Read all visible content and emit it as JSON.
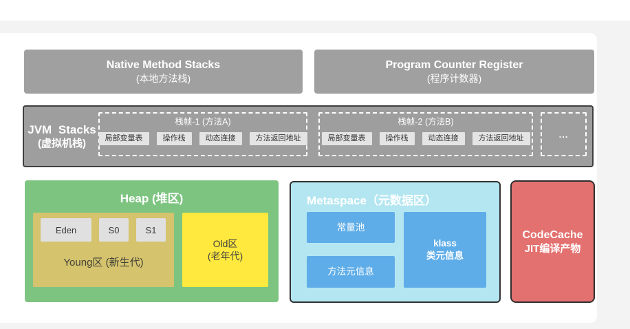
{
  "colors": {
    "page_bg": "#f3f3f3",
    "card_bg": "#ffffff",
    "runtime_gray": "#a0a0a0",
    "jvm_border_dark": "#3f3f3f",
    "slot_gray": "#e4e4e4",
    "heap_green": "#7ec481",
    "young_tan": "#d5c36e",
    "old_yellow": "#ffe93e",
    "gen_cell_gray": "#e0e0e0",
    "metaspace_cyan": "#b4e6f1",
    "metaspace_blue": "#5fade8",
    "codecache_red": "#e3716f"
  },
  "native_stacks": {
    "title": "Native Method Stacks",
    "subtitle": "(本地方法栈)"
  },
  "program_counter": {
    "title": "Program Counter Register",
    "subtitle": "(程序计数器)"
  },
  "jvm_stacks": {
    "label_line1": "JVM Stacks",
    "label_line2": "(虚拟机栈)",
    "frames": [
      {
        "title": "栈帧-1 (方法A)",
        "slots": [
          "局部变量表",
          "操作栈",
          "动态连接",
          "方法返回地址"
        ]
      },
      {
        "title": "栈帧-2 (方法B)",
        "slots": [
          "局部变量表",
          "操作栈",
          "动态连接",
          "方法返回地址"
        ]
      }
    ],
    "ellipsis": "..."
  },
  "heap": {
    "title": "Heap (堆区)",
    "young": {
      "label": "Young区 (新生代)",
      "cells": [
        "Eden",
        "S0",
        "S1"
      ]
    },
    "old": {
      "line1": "Old区",
      "line2": "(老年代)"
    }
  },
  "metaspace": {
    "title": "Metaspace（元数据区）",
    "constant_pool": "常量池",
    "method_meta": "方法元信息",
    "klass_line1": "klass",
    "klass_line2": "类元信息"
  },
  "codecache": {
    "line1": "CodeCache",
    "line2": "JIT编译产物"
  }
}
